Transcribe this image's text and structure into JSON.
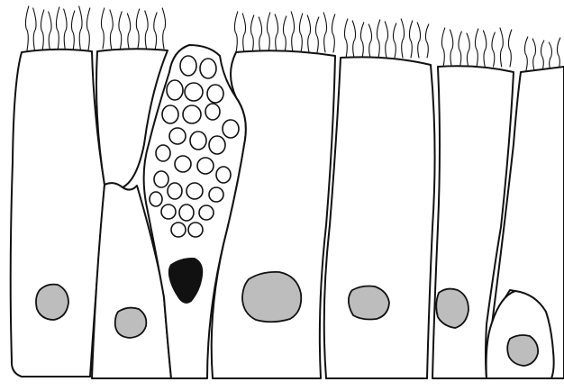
{
  "diagram": {
    "subject": "",
    "colors": {
      "background": "#ffffff",
      "outline": "#111111",
      "nucleus_fill": "#bdbdbd",
      "goblet_nucleus_fill": "#111111"
    },
    "cells": [
      {
        "id": "columnar-cell-1",
        "type": "ciliated-columnar",
        "ciliated": true
      },
      {
        "id": "columnar-cell-2",
        "type": "ciliated-columnar",
        "ciliated": true
      },
      {
        "id": "basal-cell-1",
        "type": "basal"
      },
      {
        "id": "goblet-cell",
        "type": "goblet",
        "ciliated": false
      },
      {
        "id": "columnar-cell-3",
        "type": "ciliated-columnar",
        "ciliated": true
      },
      {
        "id": "columnar-cell-4",
        "type": "ciliated-columnar",
        "ciliated": true
      },
      {
        "id": "columnar-cell-5",
        "type": "ciliated-columnar",
        "ciliated": true
      },
      {
        "id": "columnar-cell-6",
        "type": "ciliated-columnar",
        "ciliated": true
      },
      {
        "id": "basal-cell-2",
        "type": "basal"
      }
    ]
  }
}
